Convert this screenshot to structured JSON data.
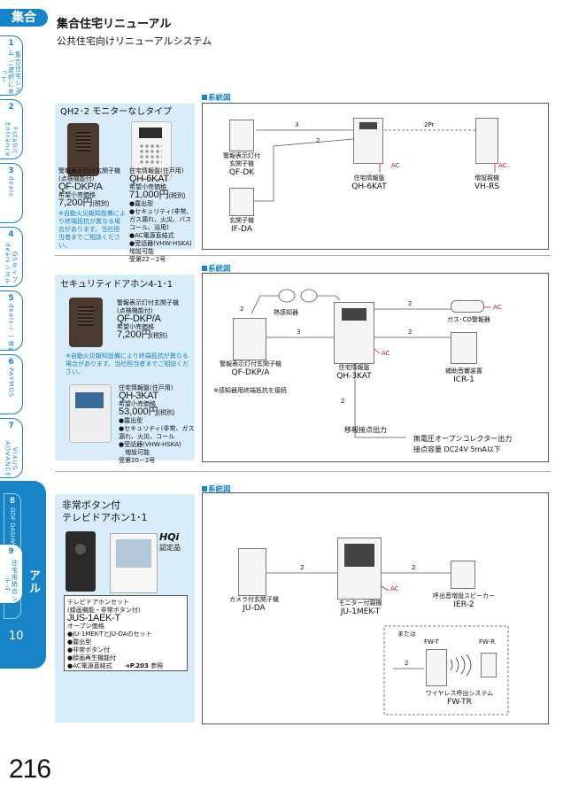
{
  "header": {
    "category_tab": "集合",
    "title": "集合住宅リニューアル",
    "subtitle": "公共住宅向けリニューアルシステム"
  },
  "side_tabs": [
    {
      "num": "1",
      "text": "集合住宅システム ご選択にあたって"
    },
    {
      "num": "2",
      "text": "Fstabit Entrance"
    },
    {
      "num": "3",
      "text": "deals"
    },
    {
      "num": "4",
      "text": "GSタイプ dealsシステム"
    },
    {
      "num": "5",
      "text": "deals-i 一体型"
    },
    {
      "num": "6",
      "text": "PAYMOS"
    },
    {
      "num": "7",
      "text": "VIXUS ADVANCE"
    },
    {
      "num": "8",
      "text": "GDF DASHWISM"
    },
    {
      "num": "9",
      "text": "住宅用統合システム"
    }
  ],
  "active_tab": {
    "num": "10",
    "label": "集合住宅リニューアル"
  },
  "page_number": "216",
  "section1": {
    "title": "QH2･2 モニターなしタイプ",
    "product_a": {
      "desc1": "警報表示灯付玄関子機",
      "desc2": "(点検機能付)",
      "model": "QF-DKP/A",
      "price_label": "希望小売価格",
      "price": "7,200円",
      "tax": "(税別)"
    },
    "note": "※自動火災報知設備により終端抵抗が異なる場合があります。当社担当者までご相談ください。",
    "product_b": {
      "desc1": "住宅情報盤(住戸用)",
      "model": "QH-6KAT",
      "price_label": "希望小売価格",
      "price": "71,000円",
      "tax": "(税別)",
      "features": [
        "●露出型",
        "●セキュリティ(非常、ガス漏れ、火災、バスコール、浴用)",
        "●AC電源直結式",
        "●受話器(VHW-HSKA)増設可能"
      ],
      "footnote": "受第22－2号"
    },
    "system_label": "系統図",
    "diagram": {
      "dev1": {
        "desc1": "警報表示灯付",
        "desc2": "玄関子機",
        "model": "QF-DK"
      },
      "dev2": {
        "desc1": "玄関子機",
        "model": "IF-DA"
      },
      "dev3": {
        "desc1": "住宅情報盤",
        "model": "QH-6KAT"
      },
      "dev4": {
        "desc1": "増設親機",
        "model": "VH-RS"
      },
      "w1": "3",
      "w2": "2",
      "w3": "2Pr",
      "ac1": "AC",
      "ac2": "AC"
    }
  },
  "section2": {
    "title": "セキュリティドアホン4-1･1",
    "product_a": {
      "desc1": "警報表示灯付玄関子機",
      "desc2": "(点検機能付)",
      "model": "QF-DKP/A",
      "price_label": "希望小売価格",
      "price": "7,200円",
      "tax": "(税別)"
    },
    "note": "※自動火災報知設備により終端抵抗が異なる場合があります。当社担当者までご相談ください。",
    "product_b": {
      "desc1": "住宅情報盤(住戸用)",
      "model": "QH-3KAT",
      "price_label": "希望小売価格",
      "price": "53,000円",
      "tax": "(税別)",
      "features": [
        "●露出型",
        "●セキュリティ(非常、ガス漏れ、火災、コール",
        "●受話器(VHW-HSKA)",
        "　増設可能"
      ],
      "footnote": "受第20－2号"
    },
    "system_label": "系統図",
    "diagram": {
      "sensor": "熱感知器",
      "gas": "ガス･CO警報器",
      "dev1": {
        "desc1": "警報表示灯付玄関子機",
        "model": "QF-DKP/A"
      },
      "dev2": {
        "desc1": "住宅情報盤",
        "model": "QH-3KAT"
      },
      "dev3": {
        "desc1": "補助音響装置",
        "model": "ICR-1"
      },
      "note": "※感知器用終端抵抗を接続",
      "relay_label": "移報接点出力",
      "relay_desc1": "無電圧オープンコレクター出力",
      "relay_desc2": "接点容量 DC24V 5mA以下",
      "w2": "2",
      "w3": "3",
      "ac": "AC"
    }
  },
  "section3": {
    "title1": "非常ボタン付",
    "title2": "テレビドアホン1･1",
    "hqi": "HQi",
    "hqi_label": "認定品",
    "set_box": {
      "desc1": "テレビドアホンセット",
      "desc2": "(録画機能・非常ボタン付)",
      "model": "JUS-1AEK-T",
      "price_label": "オープン価格",
      "features": [
        "●JU-1MEK-TとJU-DAのセット",
        "●露出型",
        "●非常ボタン付",
        "●録画再生機能付",
        "●AC電源直結式"
      ],
      "ref": "➜P.203",
      "ref_suffix": "参照"
    },
    "system_label": "系統図",
    "diagram": {
      "dev1": {
        "desc1": "カメラ付玄関子機",
        "model": "JU-DA"
      },
      "dev2": {
        "desc1": "モニター付親機",
        "model": "JU-1MEK-T"
      },
      "dev3": {
        "desc1": "呼出音増設スピーカー",
        "model": "IER-2"
      },
      "alt_label": "または",
      "fwt": "FW-T",
      "fwr": "FW-R",
      "wireless": {
        "desc1": "ワイヤレス呼出システム",
        "model": "FW-TR"
      },
      "w": "2",
      "ac": "AC"
    }
  },
  "colors": {
    "accent": "#1784c7",
    "panel": "#d8ecf9",
    "alert": "#d0121b"
  }
}
